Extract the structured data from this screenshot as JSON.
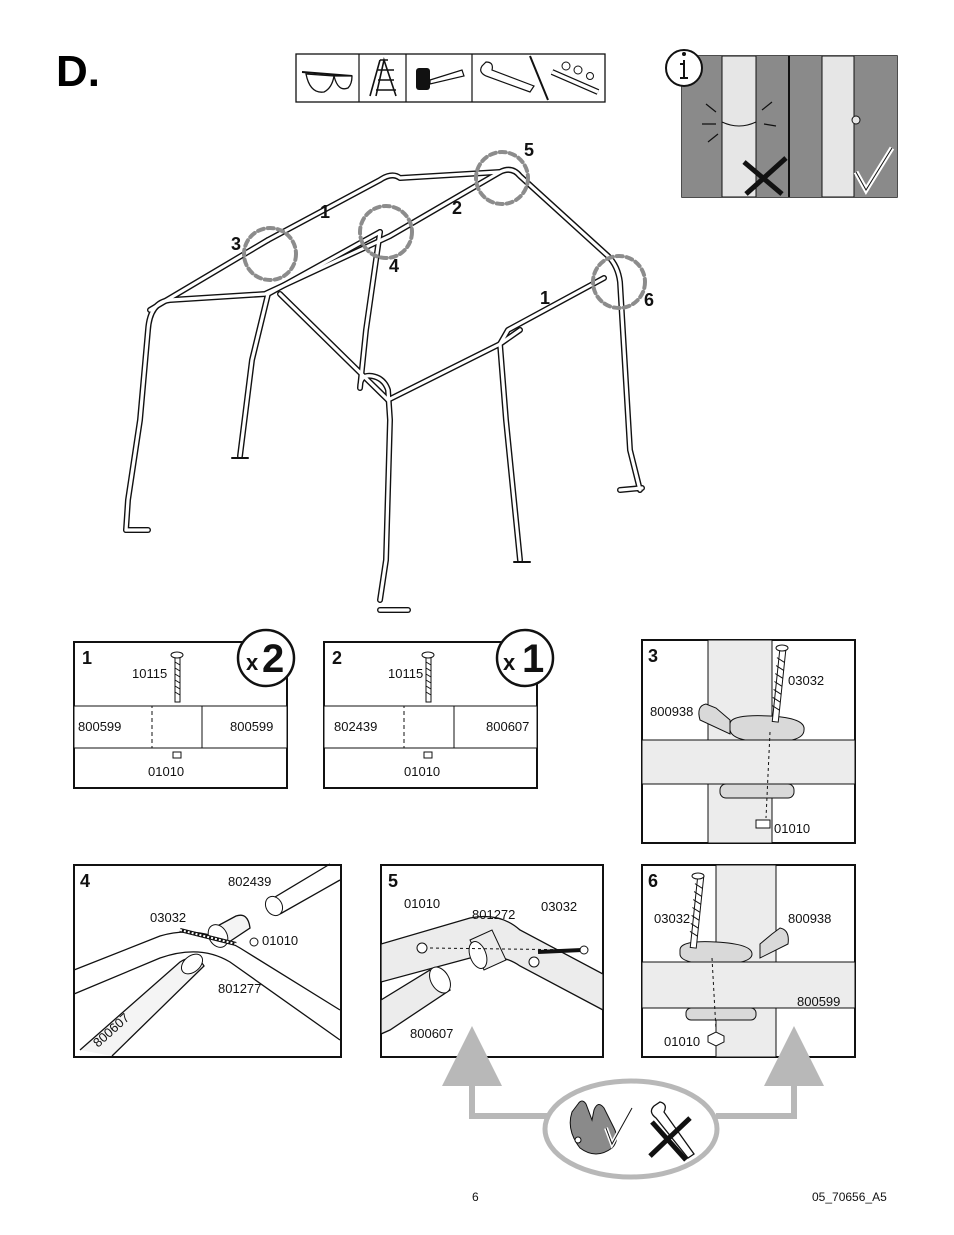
{
  "step_letter": "D.",
  "tools": [
    "safety-glasses-icon",
    "ladder-icon",
    "mallet-icon",
    "adjustable-wrench-icon",
    "socket-wrench-icon"
  ],
  "frame_callouts": [
    {
      "id": "callout-1a",
      "label": "1"
    },
    {
      "id": "callout-1b",
      "label": "1"
    },
    {
      "id": "callout-2",
      "label": "2"
    },
    {
      "id": "callout-3",
      "label": "3"
    },
    {
      "id": "callout-4",
      "label": "4"
    },
    {
      "id": "callout-5",
      "label": "5"
    },
    {
      "id": "callout-6",
      "label": "6"
    }
  ],
  "details": {
    "d1": {
      "number": "1",
      "multiplier": "2",
      "bolt": "10115",
      "left": "800599",
      "right": "800599",
      "nut": "01010"
    },
    "d2": {
      "number": "2",
      "multiplier": "1",
      "bolt": "10115",
      "left": "802439",
      "right": "800607",
      "nut": "01010"
    },
    "d3": {
      "number": "3",
      "bolt": "03032",
      "bracket": "800938",
      "nut": "01010"
    },
    "d4": {
      "number": "4",
      "p1": "802439",
      "p2": "03032",
      "p3": "01010",
      "p4": "801277",
      "p5": "800607"
    },
    "d5": {
      "number": "5",
      "p1": "01010",
      "p2": "801272",
      "p3": "03032",
      "p4": "800607"
    },
    "d6": {
      "number": "6",
      "bolt": "03032",
      "bracket": "800938",
      "pipe": "800599",
      "nut": "01010"
    }
  },
  "footer": {
    "page": "6",
    "doc_code": "05_70656_A5"
  }
}
